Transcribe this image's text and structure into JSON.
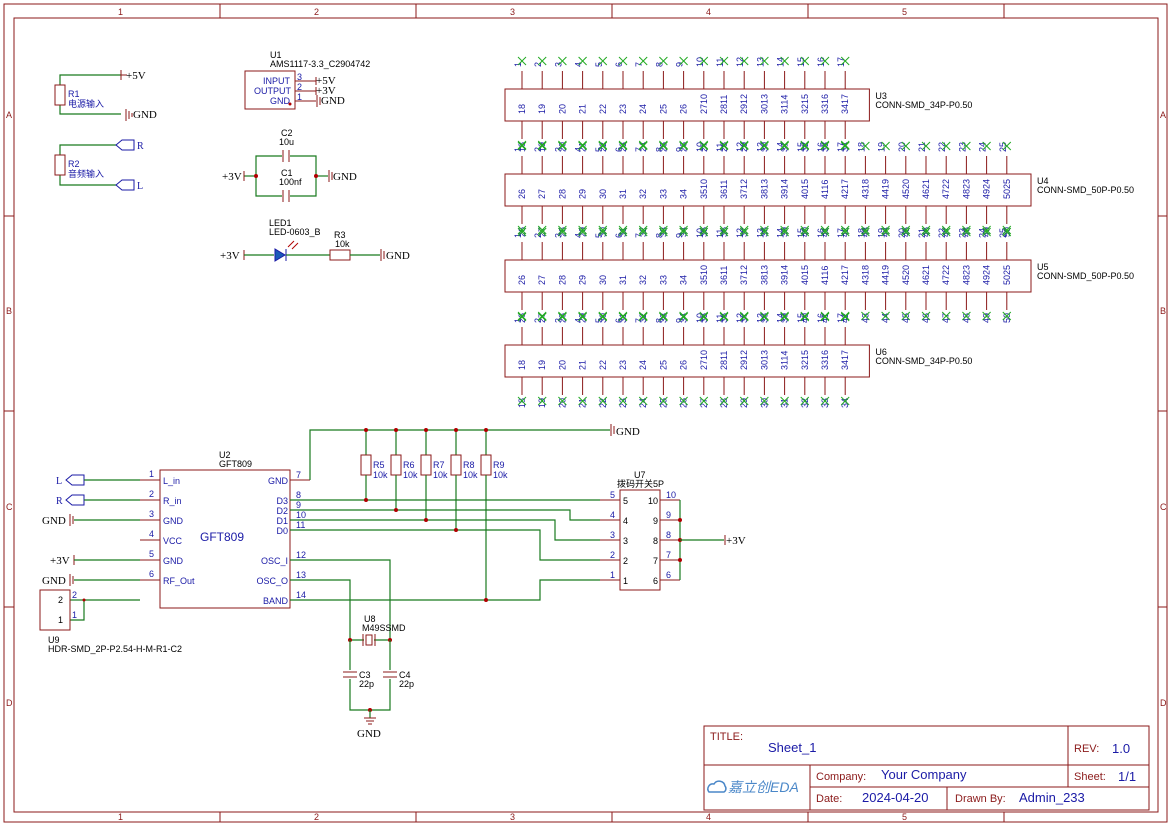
{
  "frame": {
    "cols": [
      "1",
      "2",
      "3",
      "4",
      "5"
    ],
    "rows": [
      "A",
      "B",
      "C",
      "D"
    ]
  },
  "title_block": {
    "title_label": "TITLE:",
    "title_value": "Sheet_1",
    "rev_label": "REV:",
    "rev_value": "1.0",
    "company_label": "Company:",
    "company_value": "Your Company",
    "sheet_label": "Sheet:",
    "sheet_value": "1/1",
    "date_label": "Date:",
    "date_value": "2024-04-20",
    "drawn_label": "Drawn By:",
    "drawn_value": "Admin_233",
    "logo_text": "嘉立创EDA"
  },
  "nets": {
    "p5v": "+5V",
    "p3v": "+3V",
    "gnd": "GND",
    "r": "R",
    "l": "L"
  },
  "components": {
    "r1": {
      "ref": "R1",
      "value": "电源输入"
    },
    "r2": {
      "ref": "R2",
      "value": "音频输入"
    },
    "u1": {
      "ref": "U1",
      "value": "AMS1117-3.3_C2904742",
      "pin_input": "INPUT",
      "pin_output": "OUTPUT",
      "pin_gnd": "GND",
      "n3": "3",
      "n2": "2",
      "n1": "1"
    },
    "c2": {
      "ref": "C2",
      "value": "10u"
    },
    "c1": {
      "ref": "C1",
      "value": "100nf"
    },
    "led1": {
      "ref": "LED1",
      "value": "LED-0603_B"
    },
    "r3": {
      "ref": "R3",
      "value": "10k"
    },
    "u2": {
      "ref": "U2",
      "value": "GFT809",
      "body": "GFT809",
      "left_pins": [
        {
          "n": "1",
          "name": "L_in"
        },
        {
          "n": "2",
          "name": "R_in"
        },
        {
          "n": "3",
          "name": "GND"
        },
        {
          "n": "4",
          "name": "VCC"
        },
        {
          "n": "5",
          "name": "GND"
        },
        {
          "n": "6",
          "name": "RF_Out"
        }
      ],
      "right_pins": [
        {
          "n": "7",
          "name": "GND"
        },
        {
          "n": "8",
          "name": "D3"
        },
        {
          "n": "9",
          "name": "D2"
        },
        {
          "n": "10",
          "name": "D1"
        },
        {
          "n": "11",
          "name": "D0"
        },
        {
          "n": "12",
          "name": "OSC_I"
        },
        {
          "n": "13",
          "name": "OSC_O"
        },
        {
          "n": "14",
          "name": "BAND"
        }
      ]
    },
    "r5": {
      "ref": "R5",
      "value": "10k"
    },
    "r6": {
      "ref": "R6",
      "value": "10k"
    },
    "r7": {
      "ref": "R7",
      "value": "10k"
    },
    "r8": {
      "ref": "R8",
      "value": "10k"
    },
    "r9": {
      "ref": "R9",
      "value": "10k"
    },
    "u7": {
      "ref": "U7",
      "value": "拨码开关5P",
      "left": [
        "5",
        "4",
        "3",
        "2",
        "1"
      ],
      "right": [
        "10",
        "9",
        "8",
        "7",
        "6"
      ]
    },
    "u8": {
      "ref": "U8",
      "value": "M49SSMD"
    },
    "c3": {
      "ref": "C3",
      "value": "22p"
    },
    "c4": {
      "ref": "C4",
      "value": "22p"
    },
    "u9": {
      "ref": "U9",
      "value": "HDR-SMD_2P-P2.54-H-M-R1-C2",
      "p2": "2",
      "p1": "1"
    },
    "u3": {
      "ref": "U3",
      "value": "CONN-SMD_34P-P0.50"
    },
    "u4": {
      "ref": "U4",
      "value": "CONN-SMD_50P-P0.50"
    },
    "u5": {
      "ref": "U5",
      "value": "CONN-SMD_50P-P0.50"
    },
    "u6": {
      "ref": "U6",
      "value": "CONN-SMD_34P-P0.50"
    }
  }
}
